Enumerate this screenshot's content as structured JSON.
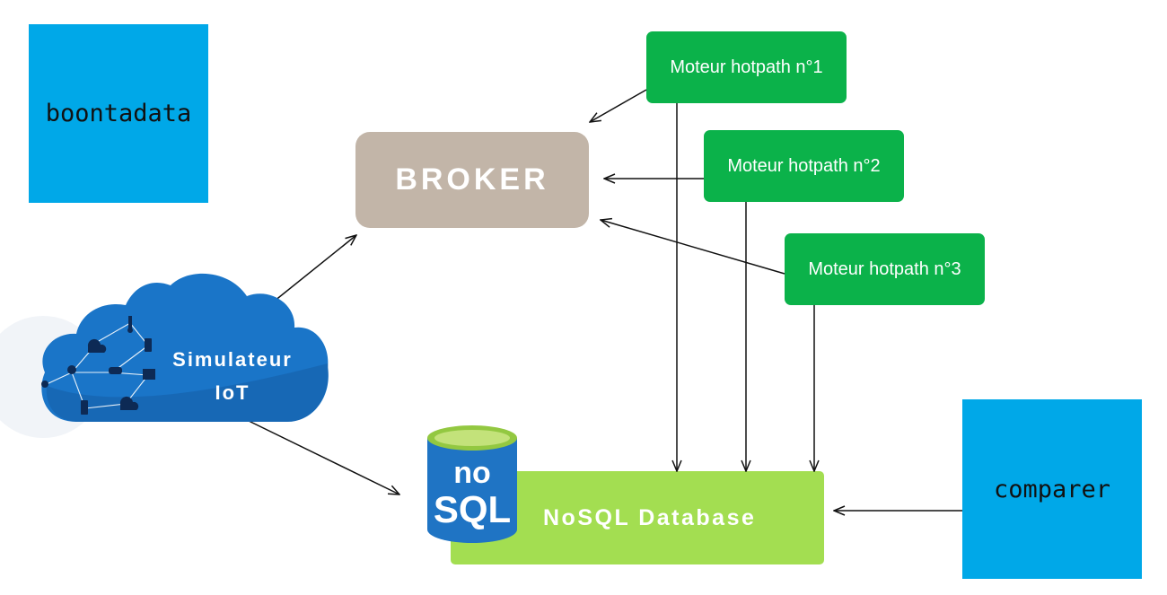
{
  "boxes": {
    "boontadata": "boontadata",
    "comparer": "comparer",
    "broker": "BROKER",
    "database": "NoSQL Database",
    "simulator_line1": "Simulateur",
    "simulator_line2": "IoT",
    "db_icon_top": "no",
    "db_icon_bottom": "SQL"
  },
  "engines": [
    {
      "label": "Moteur hotpath n°1"
    },
    {
      "label": "Moteur hotpath n°2"
    },
    {
      "label": "Moteur hotpath n°3"
    }
  ],
  "colors": {
    "blue_box": "#00a8e8",
    "engine_green": "#0bb24a",
    "broker_taupe": "#c2b5a8",
    "db_green": "#a3de51",
    "cloud_blue": "#1a75c8"
  }
}
